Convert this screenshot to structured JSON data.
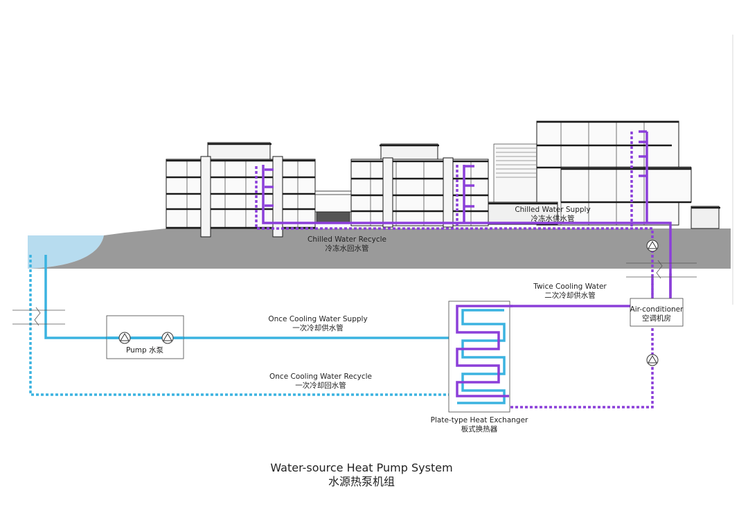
{
  "labels": {
    "chilled_supply": {
      "en": "Chilled Water Supply",
      "zh": "冷冻水供水管"
    },
    "chilled_recycle": {
      "en": "Chilled Water Recycle",
      "zh": "冷冻水回水管"
    },
    "twice_cooling": {
      "en": "Twice Cooling Water",
      "zh": "二次冷却供水管"
    },
    "air_conditioner": {
      "en": "Air-conditioner",
      "zh": "空调机房"
    },
    "once_supply": {
      "en": "Once Cooling Water Supply",
      "zh": "一次冷却供水管"
    },
    "pump": "Pump 水泵",
    "once_recycle": {
      "en": "Once Cooling Water Recycle",
      "zh": "一次冷却回水管"
    },
    "heat_exchanger": {
      "en": "Plate-type Heat Exchanger",
      "zh": "板式换热器"
    }
  },
  "title": {
    "en": "Water-source Heat Pump System",
    "zh": "水源热泵机组"
  },
  "colors": {
    "once_cooling_pipe": "#3bb3e0",
    "chilled_pipe": "#8b3fd9",
    "ground": "#9a9a9a",
    "water": "#b7dcef",
    "building_line": "#1a1a1a"
  },
  "icons": [
    "pump-symbol-icon",
    "break-mark-icon"
  ]
}
